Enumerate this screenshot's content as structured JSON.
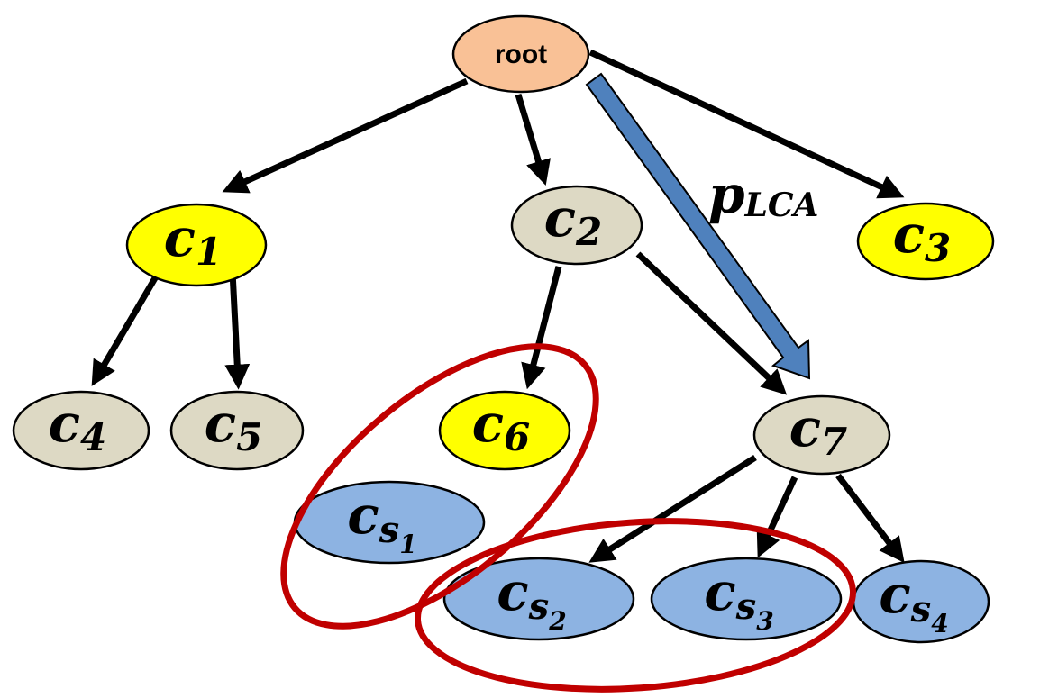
{
  "colors": {
    "root": "#F9C196",
    "highlight": "#FFFF00",
    "normal": "#DDD9C4",
    "selected": "#8DB3E2",
    "path_arrow": "#4F81BD",
    "group_outline": "#C00000"
  },
  "root_label": "root",
  "path_label": {
    "main": "p",
    "sub": "LCA"
  },
  "nodes": [
    {
      "id": "c1",
      "base": "c",
      "sub": "1",
      "kind": "highlight"
    },
    {
      "id": "c2",
      "base": "c",
      "sub": "2",
      "kind": "normal"
    },
    {
      "id": "c3",
      "base": "c",
      "sub": "3",
      "kind": "highlight"
    },
    {
      "id": "c4",
      "base": "c",
      "sub": "4",
      "kind": "normal"
    },
    {
      "id": "c5",
      "base": "c",
      "sub": "5",
      "kind": "normal"
    },
    {
      "id": "c6",
      "base": "c",
      "sub": "6",
      "kind": "highlight"
    },
    {
      "id": "c7",
      "base": "c",
      "sub": "7",
      "kind": "normal"
    },
    {
      "id": "cs1",
      "base": "c",
      "sub": "s",
      "subsub": "1",
      "kind": "selected"
    },
    {
      "id": "cs2",
      "base": "c",
      "sub": "s",
      "subsub": "2",
      "kind": "selected"
    },
    {
      "id": "cs3",
      "base": "c",
      "sub": "s",
      "subsub": "3",
      "kind": "selected"
    },
    {
      "id": "cs4",
      "base": "c",
      "sub": "s",
      "subsub": "4",
      "kind": "selected"
    }
  ],
  "edges": [
    [
      "root",
      "c1"
    ],
    [
      "root",
      "c2"
    ],
    [
      "root",
      "c3"
    ],
    [
      "c1",
      "c4"
    ],
    [
      "c1",
      "c5"
    ],
    [
      "c2",
      "c6"
    ],
    [
      "c2",
      "c7"
    ],
    [
      "c7",
      "cs2"
    ],
    [
      "c7",
      "cs3"
    ],
    [
      "c7",
      "cs4"
    ]
  ]
}
